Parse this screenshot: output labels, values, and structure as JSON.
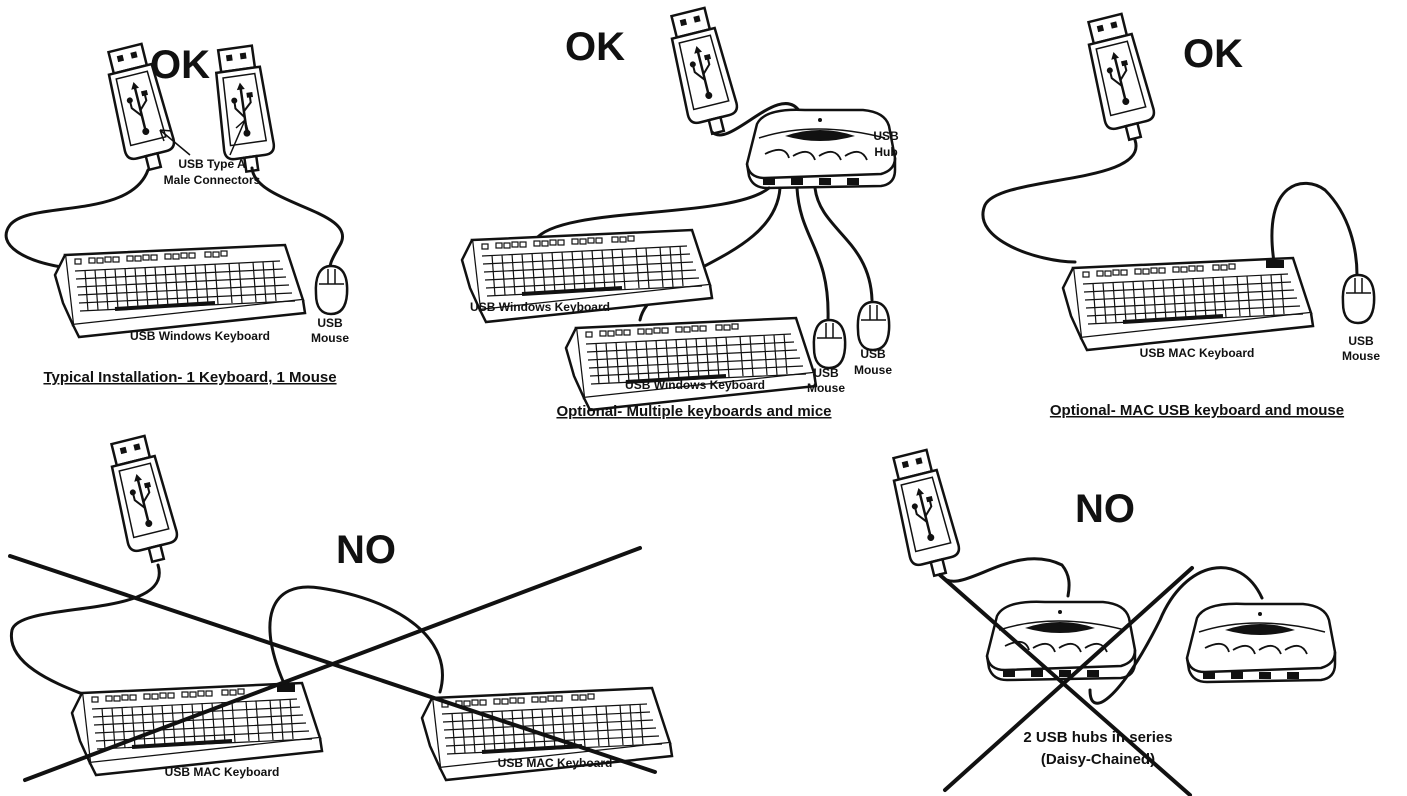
{
  "panels": {
    "typical": {
      "status": "OK",
      "connector_callout": [
        "USB Type A",
        "Male Connectors"
      ],
      "keyboard_label": "USB Windows Keyboard",
      "mouse_label": [
        "USB",
        "Mouse"
      ],
      "caption": "Typical Installation- 1 Keyboard,  1 Mouse"
    },
    "multiple": {
      "status": "OK",
      "hub_label": [
        "USB",
        "Hub"
      ],
      "keyboard1_label": "USB Windows Keyboard",
      "keyboard2_label": "USB Windows Keyboard",
      "mouse1_label": [
        "USB",
        "Mouse"
      ],
      "mouse2_label": [
        "USB",
        "Mouse"
      ],
      "caption": "Optional- Multiple keyboards and mice"
    },
    "mac": {
      "status": "OK",
      "keyboard_label": "USB MAC Keyboard",
      "mouse_label": [
        "USB",
        "Mouse"
      ],
      "caption": "Optional- MAC USB keyboard and mouse"
    },
    "mac_chain": {
      "status": "NO",
      "keyboard1_label": "USB MAC Keyboard",
      "keyboard2_label": "USB MAC Keyboard"
    },
    "hub_chain": {
      "status": "NO",
      "note": [
        "2 USB hubs in series",
        "(Daisy-Chained)"
      ]
    }
  }
}
